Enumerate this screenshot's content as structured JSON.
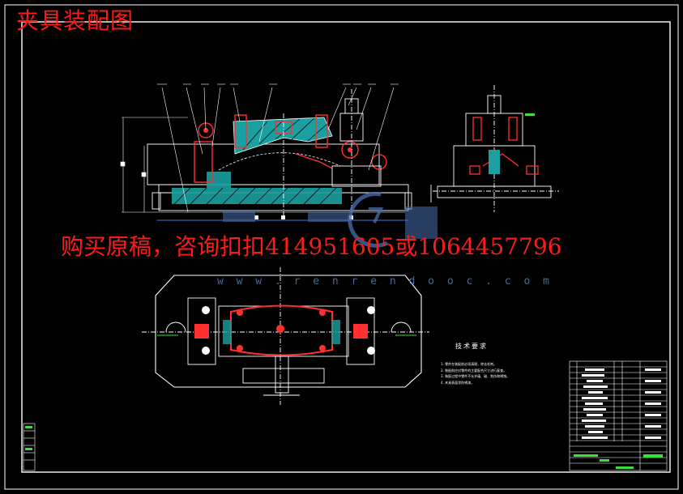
{
  "title": "夹具装配图",
  "overlay": {
    "contact_text": "购买原稿，咨询扣扣414951605或1064457796",
    "watermark": "w w w . r e n r e n d o o c . c o m"
  },
  "tech_requirements": {
    "title": "技术要求",
    "notes": [
      "1. 零件在装配前必须清理，除去毛刺。",
      "2. 装配前应对零件的主要配合尺寸进行复查。",
      "3. 装配过程中零件不允许磕、碰、划伤和锈蚀。",
      "4. 夹具表面涂防锈漆。"
    ]
  },
  "colors": {
    "background": "#000000",
    "frame": "#ffffff",
    "part_red": "#ff3030",
    "hatch_cyan": "#32c8c8",
    "title_green": "#38e038",
    "overlay_red": "#ff1a1a",
    "watermark_blue": "#4a6fb0"
  }
}
